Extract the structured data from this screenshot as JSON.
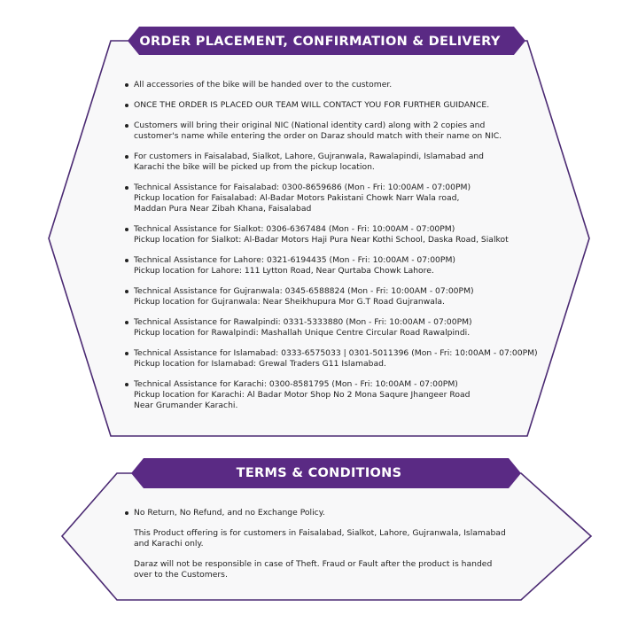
{
  "colors": {
    "banner": "#5a2a84",
    "frame_stroke": "#4b2a73",
    "panel_fill": "#f8f8f9",
    "text": "#1f1f1f"
  },
  "order_section": {
    "title": "ORDER PLACEMENT, CONFIRMATION & DELIVERY",
    "items": [
      {
        "lines": [
          "All accessories of the bike will be handed over to the customer."
        ]
      },
      {
        "lines": [
          "ONCE THE ORDER IS PLACED OUR TEAM WILL CONTACT YOU FOR FURTHER GUIDANCE."
        ]
      },
      {
        "lines": [
          "Customers will bring their original NIC (National identity card) along with 2 copies and",
          "customer's name while entering the order on Daraz should match with their name on NIC."
        ]
      },
      {
        "lines": [
          "For customers in Faisalabad, Sialkot, Lahore, Gujranwala, Rawalapindi, Islamabad and",
          "Karachi the bike will be picked up from the pickup location."
        ]
      },
      {
        "lines": [
          "Technical Assistance for Faisalabad: 0300-8659686 (Mon - Fri: 10:00AM - 07:00PM)",
          "Pickup location for Faisalabad: Al-Badar Motors Pakistani Chowk Narr Wala road,",
          "Maddan Pura Near Zibah Khana, Faisalabad"
        ]
      },
      {
        "lines": [
          "Technical Assistance for Sialkot: 0306-6367484 (Mon - Fri: 10:00AM - 07:00PM)",
          "Pickup location for Sialkot: Al-Badar Motors Haji Pura Near Kothi School, Daska Road, Sialkot"
        ]
      },
      {
        "lines": [
          "Technical Assistance for Lahore: 0321-6194435 (Mon - Fri: 10:00AM - 07:00PM)",
          "Pickup location for Lahore: 111 Lytton Road, Near Qurtaba Chowk Lahore."
        ]
      },
      {
        "lines": [
          "Technical Assistance for Gujranwala: 0345-6588824 (Mon - Fri: 10:00AM - 07:00PM)",
          "Pickup location for Gujranwala: Near Sheikhupura Mor G.T Road Gujranwala."
        ]
      },
      {
        "lines": [
          "Technical Assistance for Rawalpindi: 0331-5333880 (Mon - Fri: 10:00AM - 07:00PM)",
          "Pickup location for Rawalpindi: Mashallah Unique Centre Circular Road Rawalpindi."
        ]
      },
      {
        "lines": [
          "Technical Assistance for Islamabad: 0333-6575033 | 0301-5011396 (Mon - Fri: 10:00AM - 07:00PM)",
          "Pickup location for Islamabad: Grewal Traders G11 Islamabad."
        ]
      },
      {
        "lines": [
          "Technical Assistance for Karachi: 0300-8581795 (Mon - Fri: 10:00AM - 07:00PM)",
          "Pickup location for Karachi: Al Badar Motor Shop No 2 Mona Saqure Jhangeer Road",
          "Near Grumander Karachi."
        ]
      }
    ]
  },
  "terms_section": {
    "title": "TERMS & CONDITIONS",
    "items": [
      {
        "bullet": true,
        "lines": [
          "No Return, No Refund, and no Exchange Policy."
        ]
      },
      {
        "bullet": false,
        "lines": [
          "This Product offering is for customers in Faisalabad, Sialkot, Lahore, Gujranwala, Islamabad",
          "and Karachi only."
        ]
      },
      {
        "bullet": false,
        "lines": [
          "Daraz will not be responsible in case of Theft. Fraud or Fault after the product is handed",
          "over to the Customers."
        ]
      }
    ]
  }
}
